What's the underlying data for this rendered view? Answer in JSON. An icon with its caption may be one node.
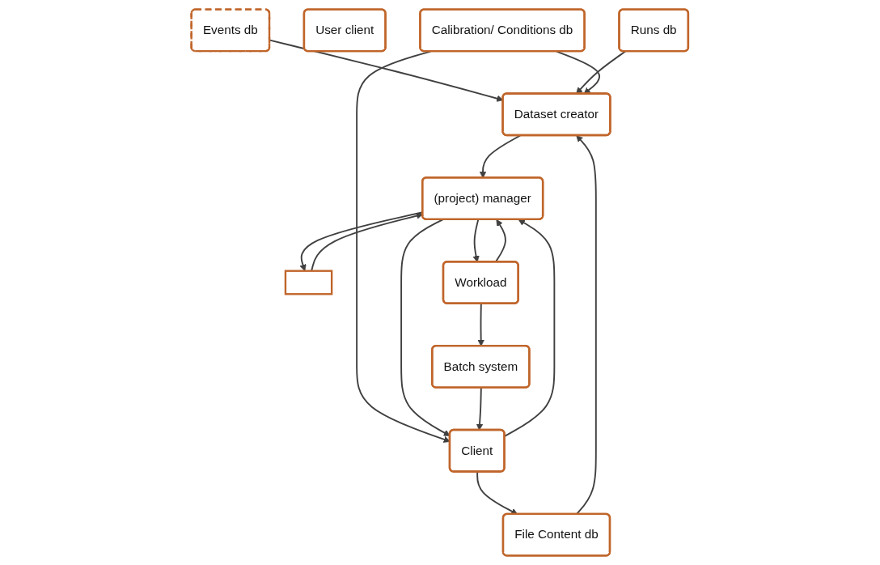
{
  "diagram": {
    "nodes": [
      {
        "text": [
          "Events db"
        ]
      },
      {
        "text": [
          "User client"
        ]
      },
      {
        "text": [],
        "shape": "box"
      },
      {
        "text": [
          "Workload"
        ]
      },
      {
        "text": [
          "Runs db"
        ]
      },
      {
        "text": [
          "Dataset creator"
        ]
      },
      {
        "text": [
          "(project) manager"
        ]
      },
      {
        "text": [
          "Batch system"
        ]
      },
      {
        "text": [
          "Calibration/ Conditions db"
        ]
      },
      {
        "text": [
          "File Content db"
        ]
      },
      {
        "text": [
          "Client"
        ]
      }
    ],
    "edges": [
      {
        "from": 0,
        "to": 5,
        "arrow": "to"
      },
      {
        "from": 4,
        "to": 5,
        "arrow": "to"
      },
      {
        "from": 5,
        "to": 6,
        "arrow": "to"
      },
      {
        "from": 6,
        "to": 2,
        "arrow": "to"
      },
      {
        "from": 2,
        "to": 6,
        "arrow": "to"
      },
      {
        "from": 3,
        "to": 6,
        "arrow": "to"
      },
      {
        "from": 6,
        "to": 3,
        "arrow": "to"
      },
      {
        "from": 3,
        "to": 7,
        "arrow": "to"
      },
      {
        "from": 8,
        "to": 5,
        "arrow": "to"
      },
      {
        "from": 9,
        "to": 5,
        "arrow": "to"
      },
      {
        "from": 8,
        "to": 10,
        "arrow": "to"
      },
      {
        "from": 10,
        "to": 6,
        "arrow": "to"
      },
      {
        "from": 6,
        "to": 10,
        "arrow": "to"
      },
      {
        "from": 7,
        "to": 10,
        "arrow": "to"
      },
      {
        "from": 10,
        "to": 9,
        "arrow": "to"
      }
    ]
  }
}
